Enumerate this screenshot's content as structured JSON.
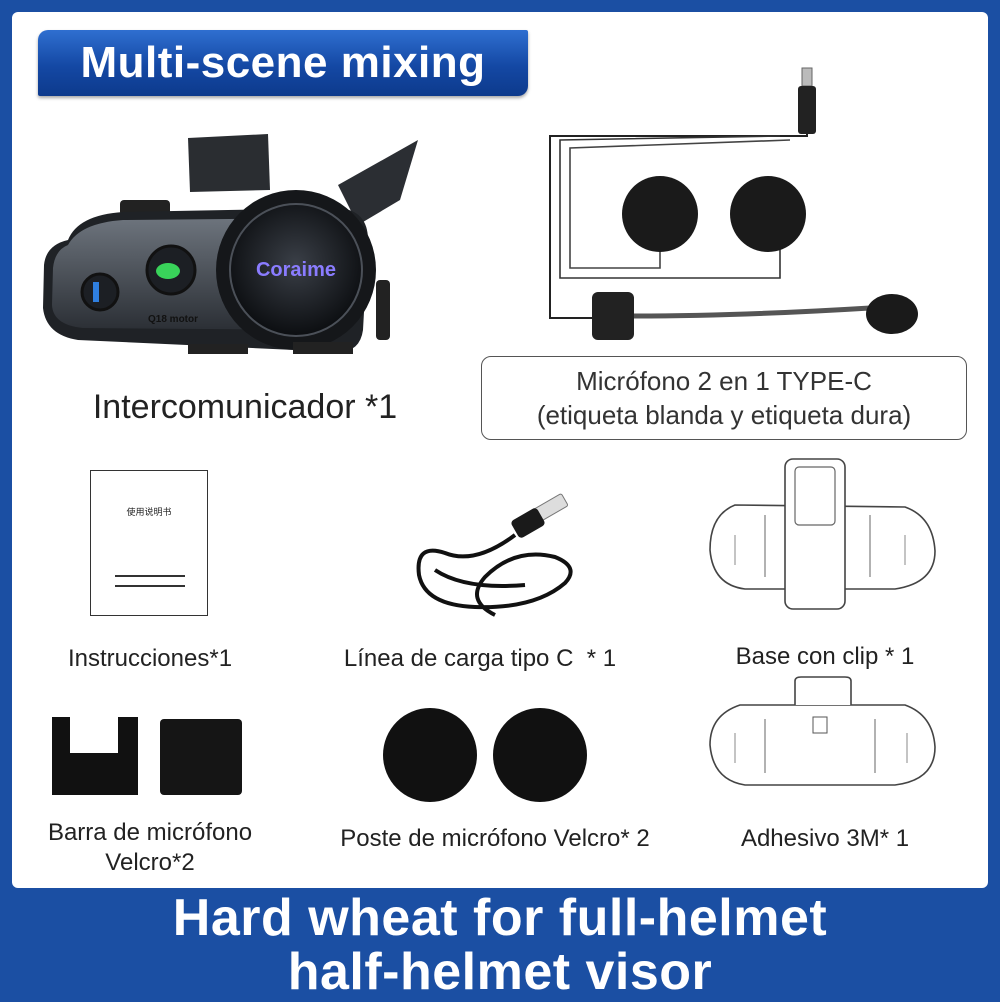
{
  "title": "Multi-scene mixing",
  "intercom": {
    "label": "Intercomunicador *1",
    "logo_text": "Coraime",
    "model_text": "Q18 motor"
  },
  "microphone": {
    "line1": "Micrófono 2 en 1 TYPE-C",
    "line2": "(etiqueta blanda y etiqueta dura)"
  },
  "manual": {
    "booklet_text": "使用说明书",
    "label": "Instrucciones*1"
  },
  "cable": {
    "label": "Línea de carga tipo C  * 1"
  },
  "clip_base": {
    "label": "Base con clip * 1"
  },
  "velcro_bar": {
    "line1": "Barra de micrófono",
    "line2": "Velcro*2"
  },
  "velcro_post": {
    "label": "Poste de micrófono Velcro* 2"
  },
  "adhesive": {
    "label": "Adhesivo 3M* 1"
  },
  "footer": {
    "line1": "Hard wheat for full-helmet",
    "line2": "half-helmet visor"
  },
  "colors": {
    "brand_blue": "#1b4fa3",
    "badge_blue": "#1448a4",
    "accessory_black": "#1a1a1a"
  }
}
